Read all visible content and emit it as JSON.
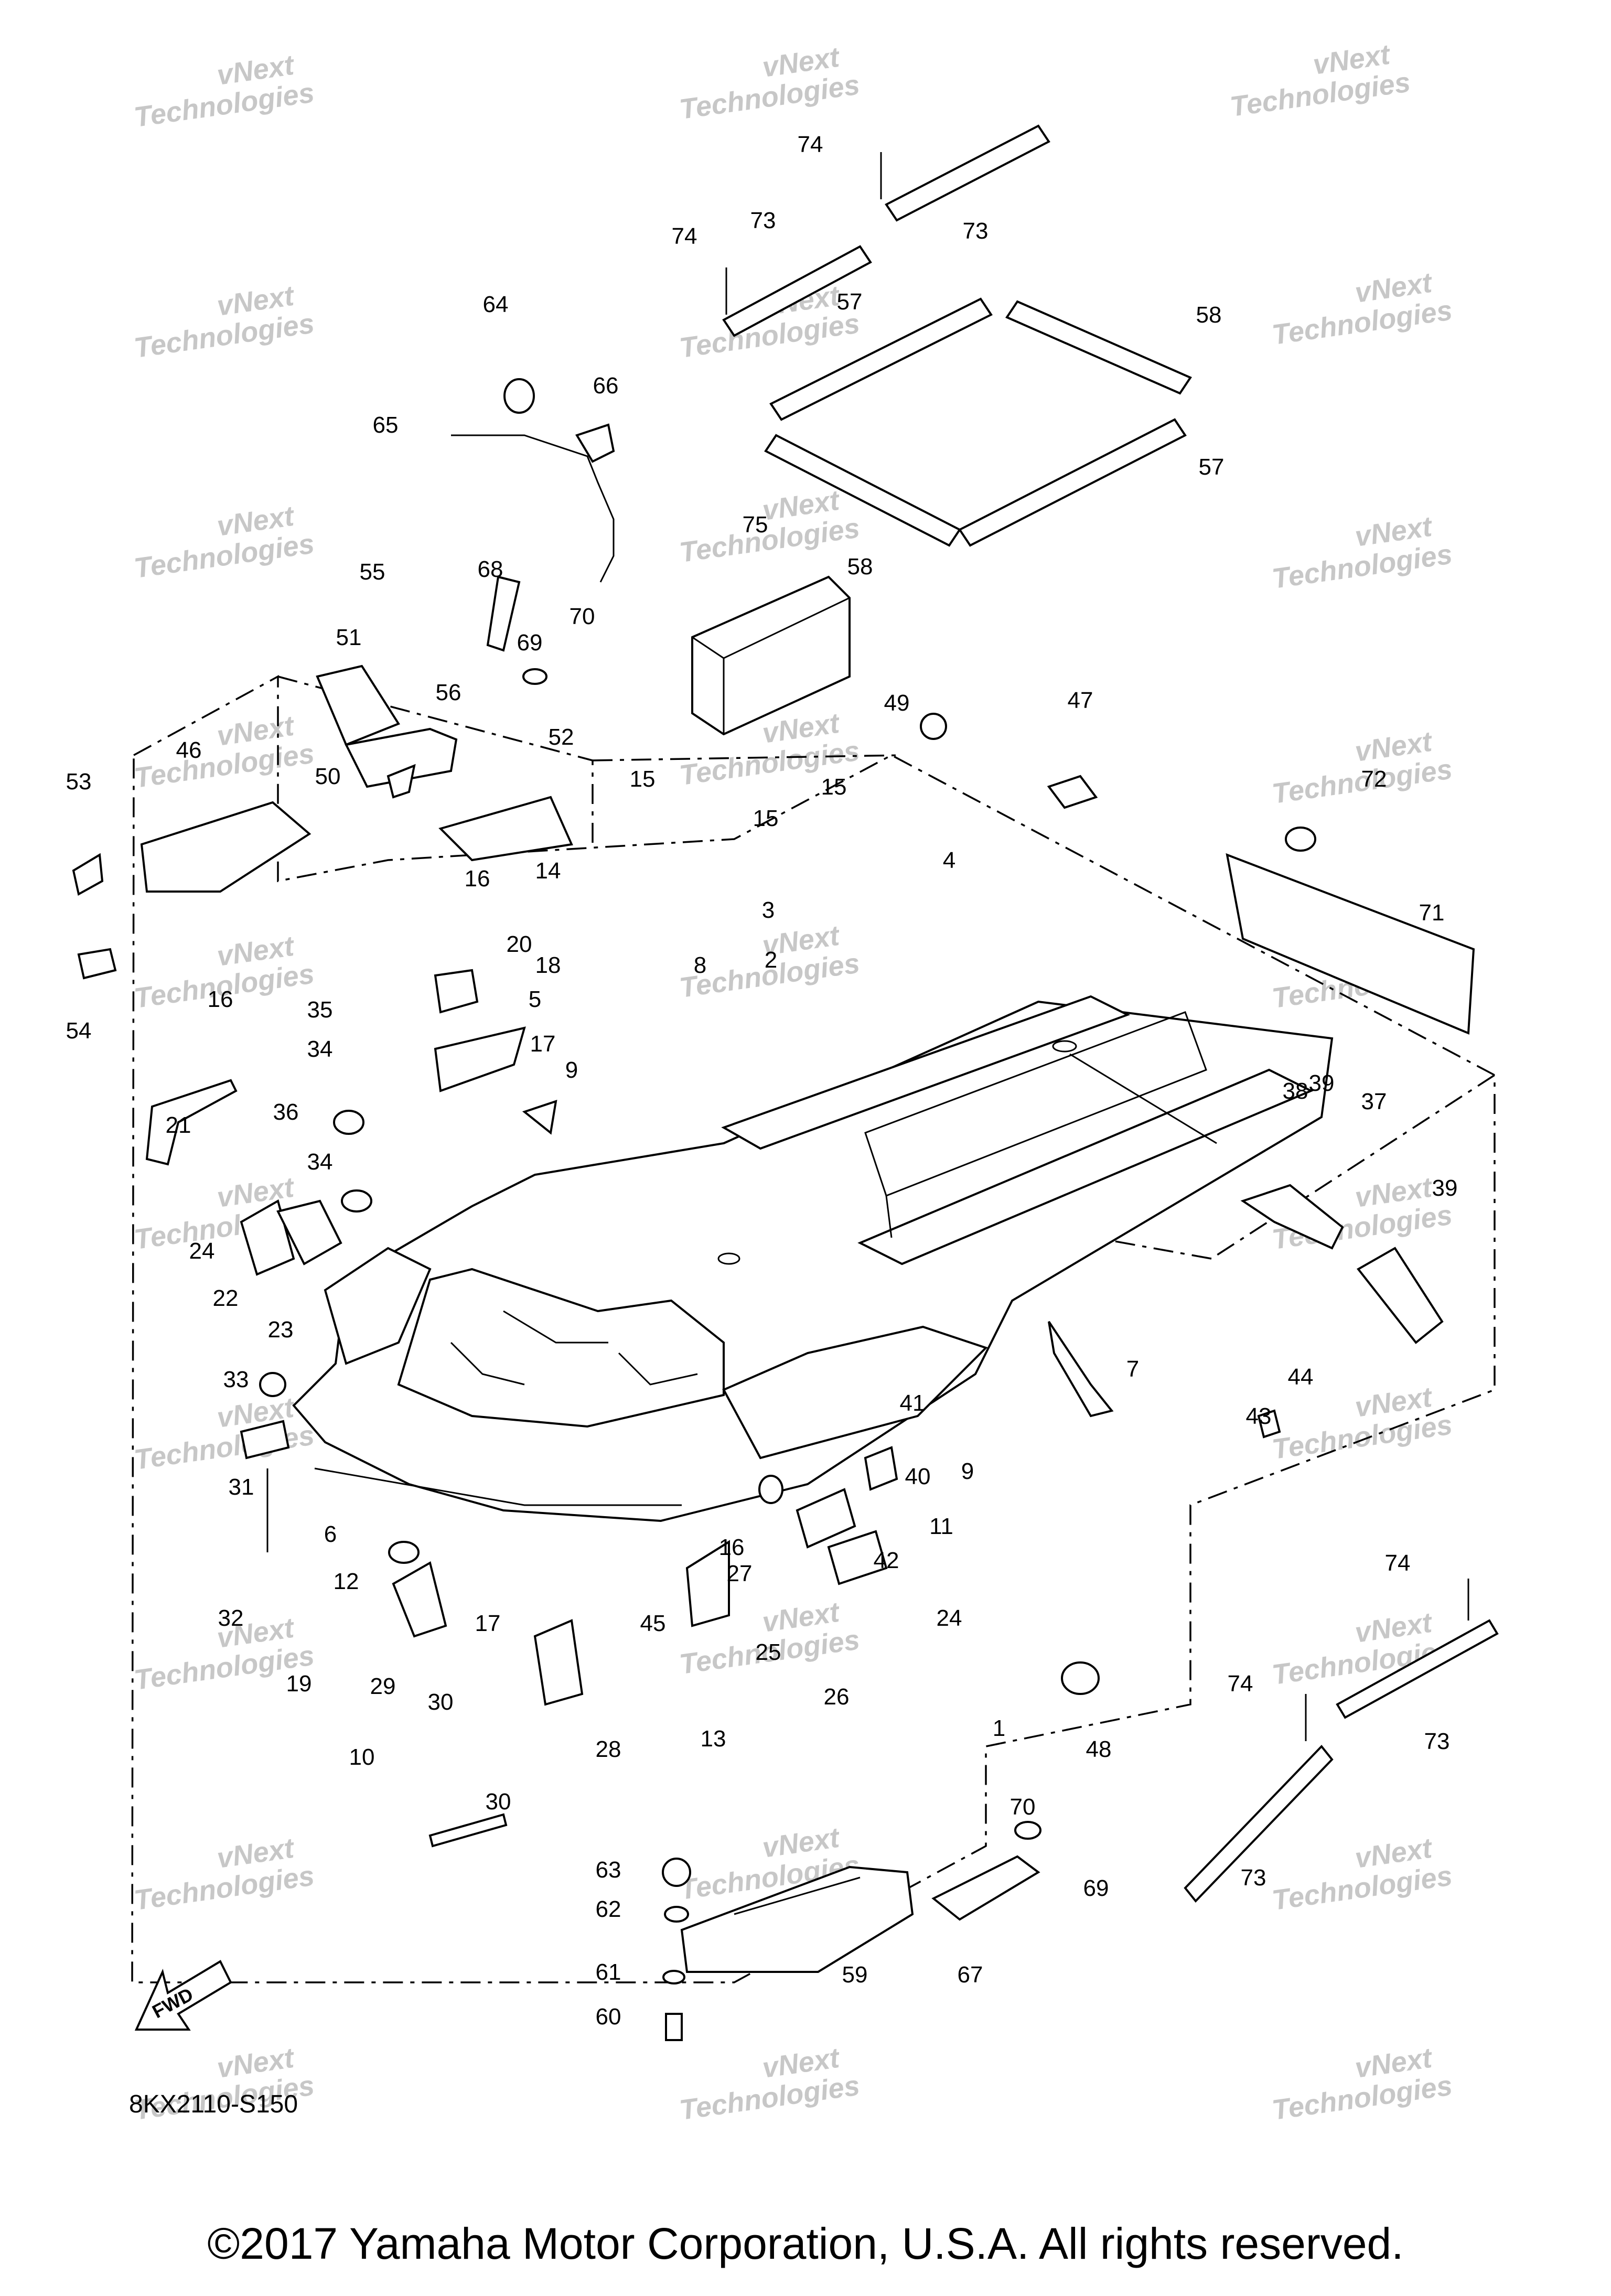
{
  "diagram": {
    "code": "8KX2110-S150",
    "copyright": "©2017 Yamaha Motor Corporation, U.S.A. All rights reserved.",
    "fwd_label": "FWD",
    "watermark": [
      "vNext",
      "Technologies"
    ],
    "callouts": [
      "1",
      "2",
      "3",
      "4",
      "5",
      "6",
      "7",
      "8",
      "9",
      "9",
      "10",
      "11",
      "12",
      "13",
      "14",
      "15",
      "15",
      "15",
      "16",
      "16",
      "16",
      "17",
      "17",
      "18",
      "19",
      "20",
      "21",
      "22",
      "23",
      "24",
      "24",
      "25",
      "26",
      "27",
      "28",
      "29",
      "30",
      "30",
      "31",
      "32",
      "33",
      "34",
      "34",
      "35",
      "36",
      "37",
      "38",
      "39",
      "39",
      "40",
      "41",
      "42",
      "43",
      "44",
      "45",
      "46",
      "47",
      "48",
      "49",
      "50",
      "51",
      "52",
      "53",
      "54",
      "55",
      "56",
      "57",
      "57",
      "58",
      "58",
      "59",
      "60",
      "61",
      "62",
      "63",
      "64",
      "65",
      "66",
      "67",
      "68",
      "69",
      "69",
      "70",
      "70",
      "71",
      "72",
      "73",
      "73",
      "73",
      "73",
      "74",
      "74",
      "74",
      "74",
      "75"
    ]
  }
}
